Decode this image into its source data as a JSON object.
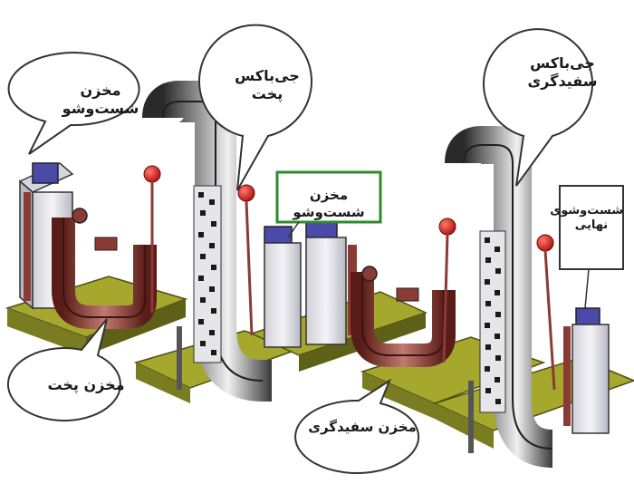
{
  "labels": {
    "bubble_washing_tank_left": "مخزن شست‌وشو",
    "bubble_jbox_cooking": "جی‌باکس پخت",
    "box_washing_tank_middle": "مخزن شست‌وشو",
    "bubble_jbox_bleaching": "جی‌باکس\nسفیدگری",
    "box_final_washing": "شست‌وشوی\nنهایی",
    "bubble_cooking_tank": "مخزن پخت",
    "bubble_bleaching_tank": "مخزن سفیدگری"
  },
  "colors": {
    "base_green": "#a6a82e",
    "base_green_dark": "#6e7020",
    "pipe_red": "#8a3b35",
    "pipe_dark": "#3a3a3a",
    "tank_body": "#e6e6ea",
    "tank_lid": "#4a4aa8",
    "roller_red": "#d42020",
    "box_border_green": "#2e8b2e"
  }
}
